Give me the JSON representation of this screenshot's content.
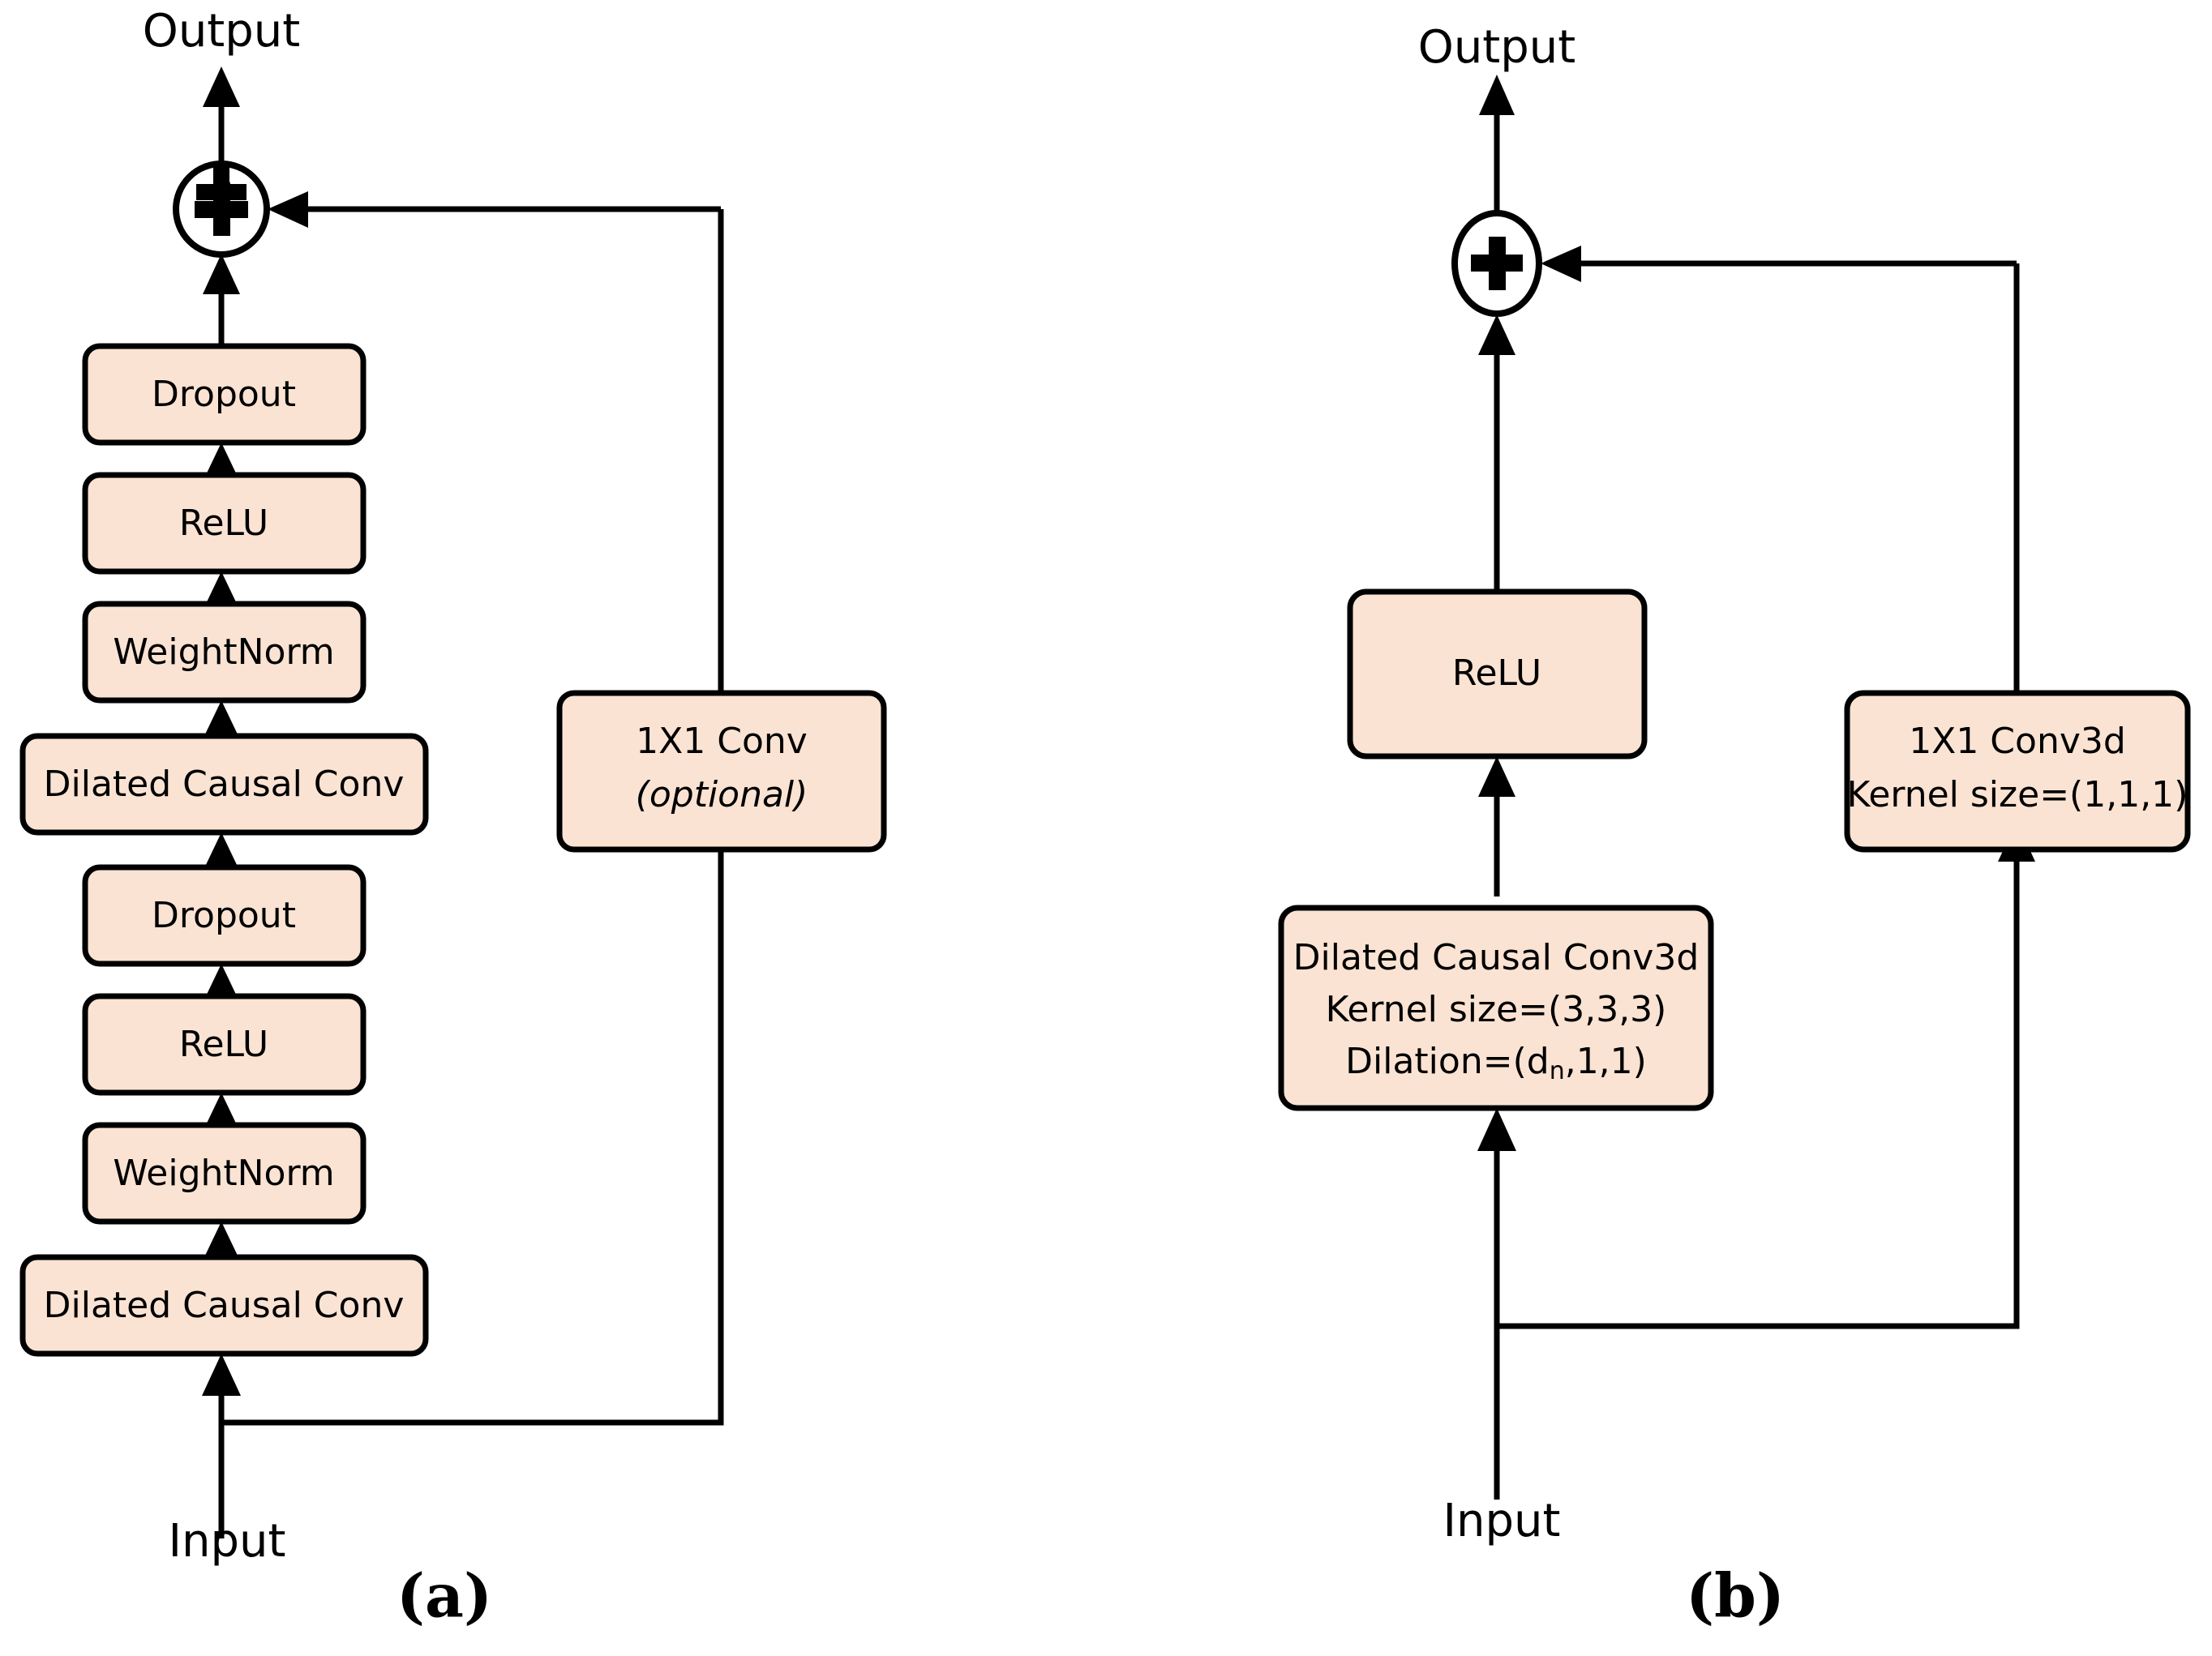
{
  "figure": {
    "background_color": "#ffffff",
    "box_fill_color": "#fae3d3",
    "box_stroke_color": "#000000",
    "line_color": "#000000"
  },
  "panel_a": {
    "caption": "(a)",
    "output_label": "Output",
    "input_label": "Input",
    "adder_symbol": "+",
    "main_blocks": [
      {
        "label": "Dropout"
      },
      {
        "label": "ReLU"
      },
      {
        "label": "WeightNorm"
      },
      {
        "label": "Dilated Causal Conv"
      },
      {
        "label": "Dropout"
      },
      {
        "label": "ReLU"
      },
      {
        "label": "WeightNorm"
      },
      {
        "label": "Dilated Causal Conv"
      }
    ],
    "skip_block": {
      "line1": "1X1 Conv",
      "line2": "(optional)",
      "line2_style": "italic"
    }
  },
  "panel_b": {
    "caption": "(b)",
    "output_label": "Output",
    "input_label": "Input",
    "adder_symbol": "+",
    "main_blocks": [
      {
        "lines": [
          "ReLU"
        ]
      },
      {
        "lines": [
          "Dilated Causal Conv3d",
          "Kernel size=(3,3,3)",
          "Dilation=(d",
          "n",
          ",1,1)"
        ]
      }
    ],
    "main_block_relu": "ReLU",
    "main_block_conv3d": {
      "line1": "Dilated Causal Conv3d",
      "line2": "Kernel size=(3,3,3)",
      "line3_prefix": "Dilation=(d",
      "line3_subscript": "n",
      "line3_suffix": ",1,1)"
    },
    "skip_block": {
      "line1": "1X1 Conv3d",
      "line2": "Kernel size=(1,1,1)"
    }
  }
}
